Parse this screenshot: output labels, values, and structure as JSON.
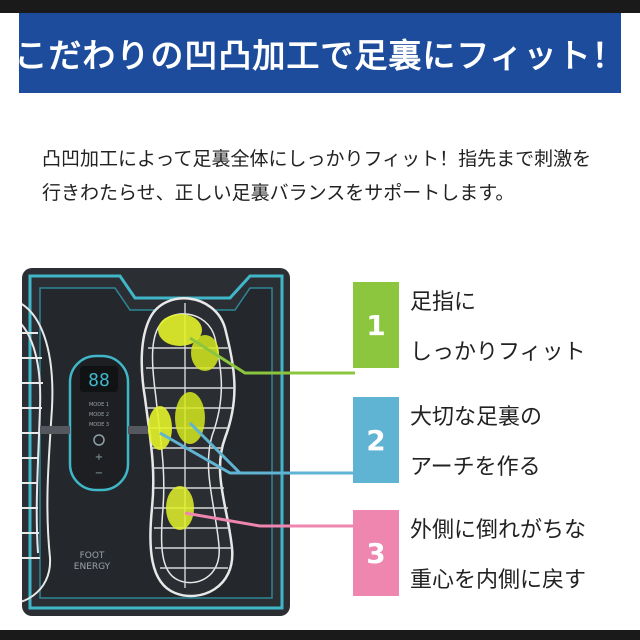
{
  "banner": {
    "title": "こだわりの凹凸加工で足裏にフィット！"
  },
  "description": {
    "line1": "凸凹加工によって足裏全体にしっかりフィット！指先まで刺激を",
    "line2": "行きわたらせ、正しい足裏バランスをサポートします。"
  },
  "device": {
    "display": "88",
    "modes": [
      "MODE 1",
      "MODE 2",
      "MODE 3"
    ],
    "brand_line1": "FOOT",
    "brand_line2": "ENERGY"
  },
  "features": [
    {
      "number": "1",
      "line1": "足指に",
      "line2": "しっかりフィット",
      "color": "#8cc63f"
    },
    {
      "number": "2",
      "line1": "大切な足裏の",
      "line2": "アーチを作る",
      "color": "#5fb3d3"
    },
    {
      "number": "3",
      "line1": "外側に倒れがちな",
      "line2": "重心を内側に戻す",
      "color": "#ee86b0"
    }
  ],
  "colors": {
    "banner": "#1c4c9b",
    "mat": "#2b2e33",
    "trim": "#3fb7c9",
    "highlight": "#e3f22a"
  }
}
